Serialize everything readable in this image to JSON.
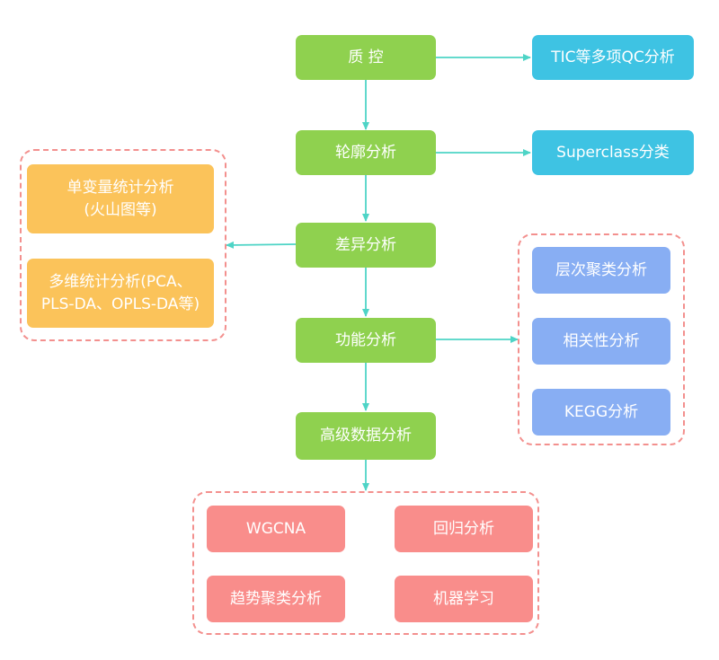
{
  "colors": {
    "main_steps": "#8fd14f",
    "qc_outputs": "#3ec3e3",
    "differential_outputs": "#fbc35a",
    "functional_outputs": "#88aef3",
    "advanced_outputs": "#f98d8b",
    "arrows": "#4ed4c6",
    "group_border": "#f3908e"
  },
  "main_steps": {
    "qc": "质 控",
    "profile": "轮廓分析",
    "differential": "差异分析",
    "functional": "功能分析",
    "advanced": "高级数据分析"
  },
  "side_outputs": {
    "qc_detail": "TIC等多项QC分析",
    "superclass": "Superclass分类"
  },
  "differential_group": {
    "univariate": "单变量统计分析\n(火山图等)",
    "multivariate": "多维统计分析(PCA、\nPLS-DA、OPLS-DA等)"
  },
  "functional_group": {
    "clustering": "层次聚类分析",
    "correlation": "相关性分析",
    "kegg": "KEGG分析"
  },
  "advanced_group": {
    "wgcna": "WGCNA",
    "regression": "回归分析",
    "trend": "趋势聚类分析",
    "ml": "机器学习"
  }
}
